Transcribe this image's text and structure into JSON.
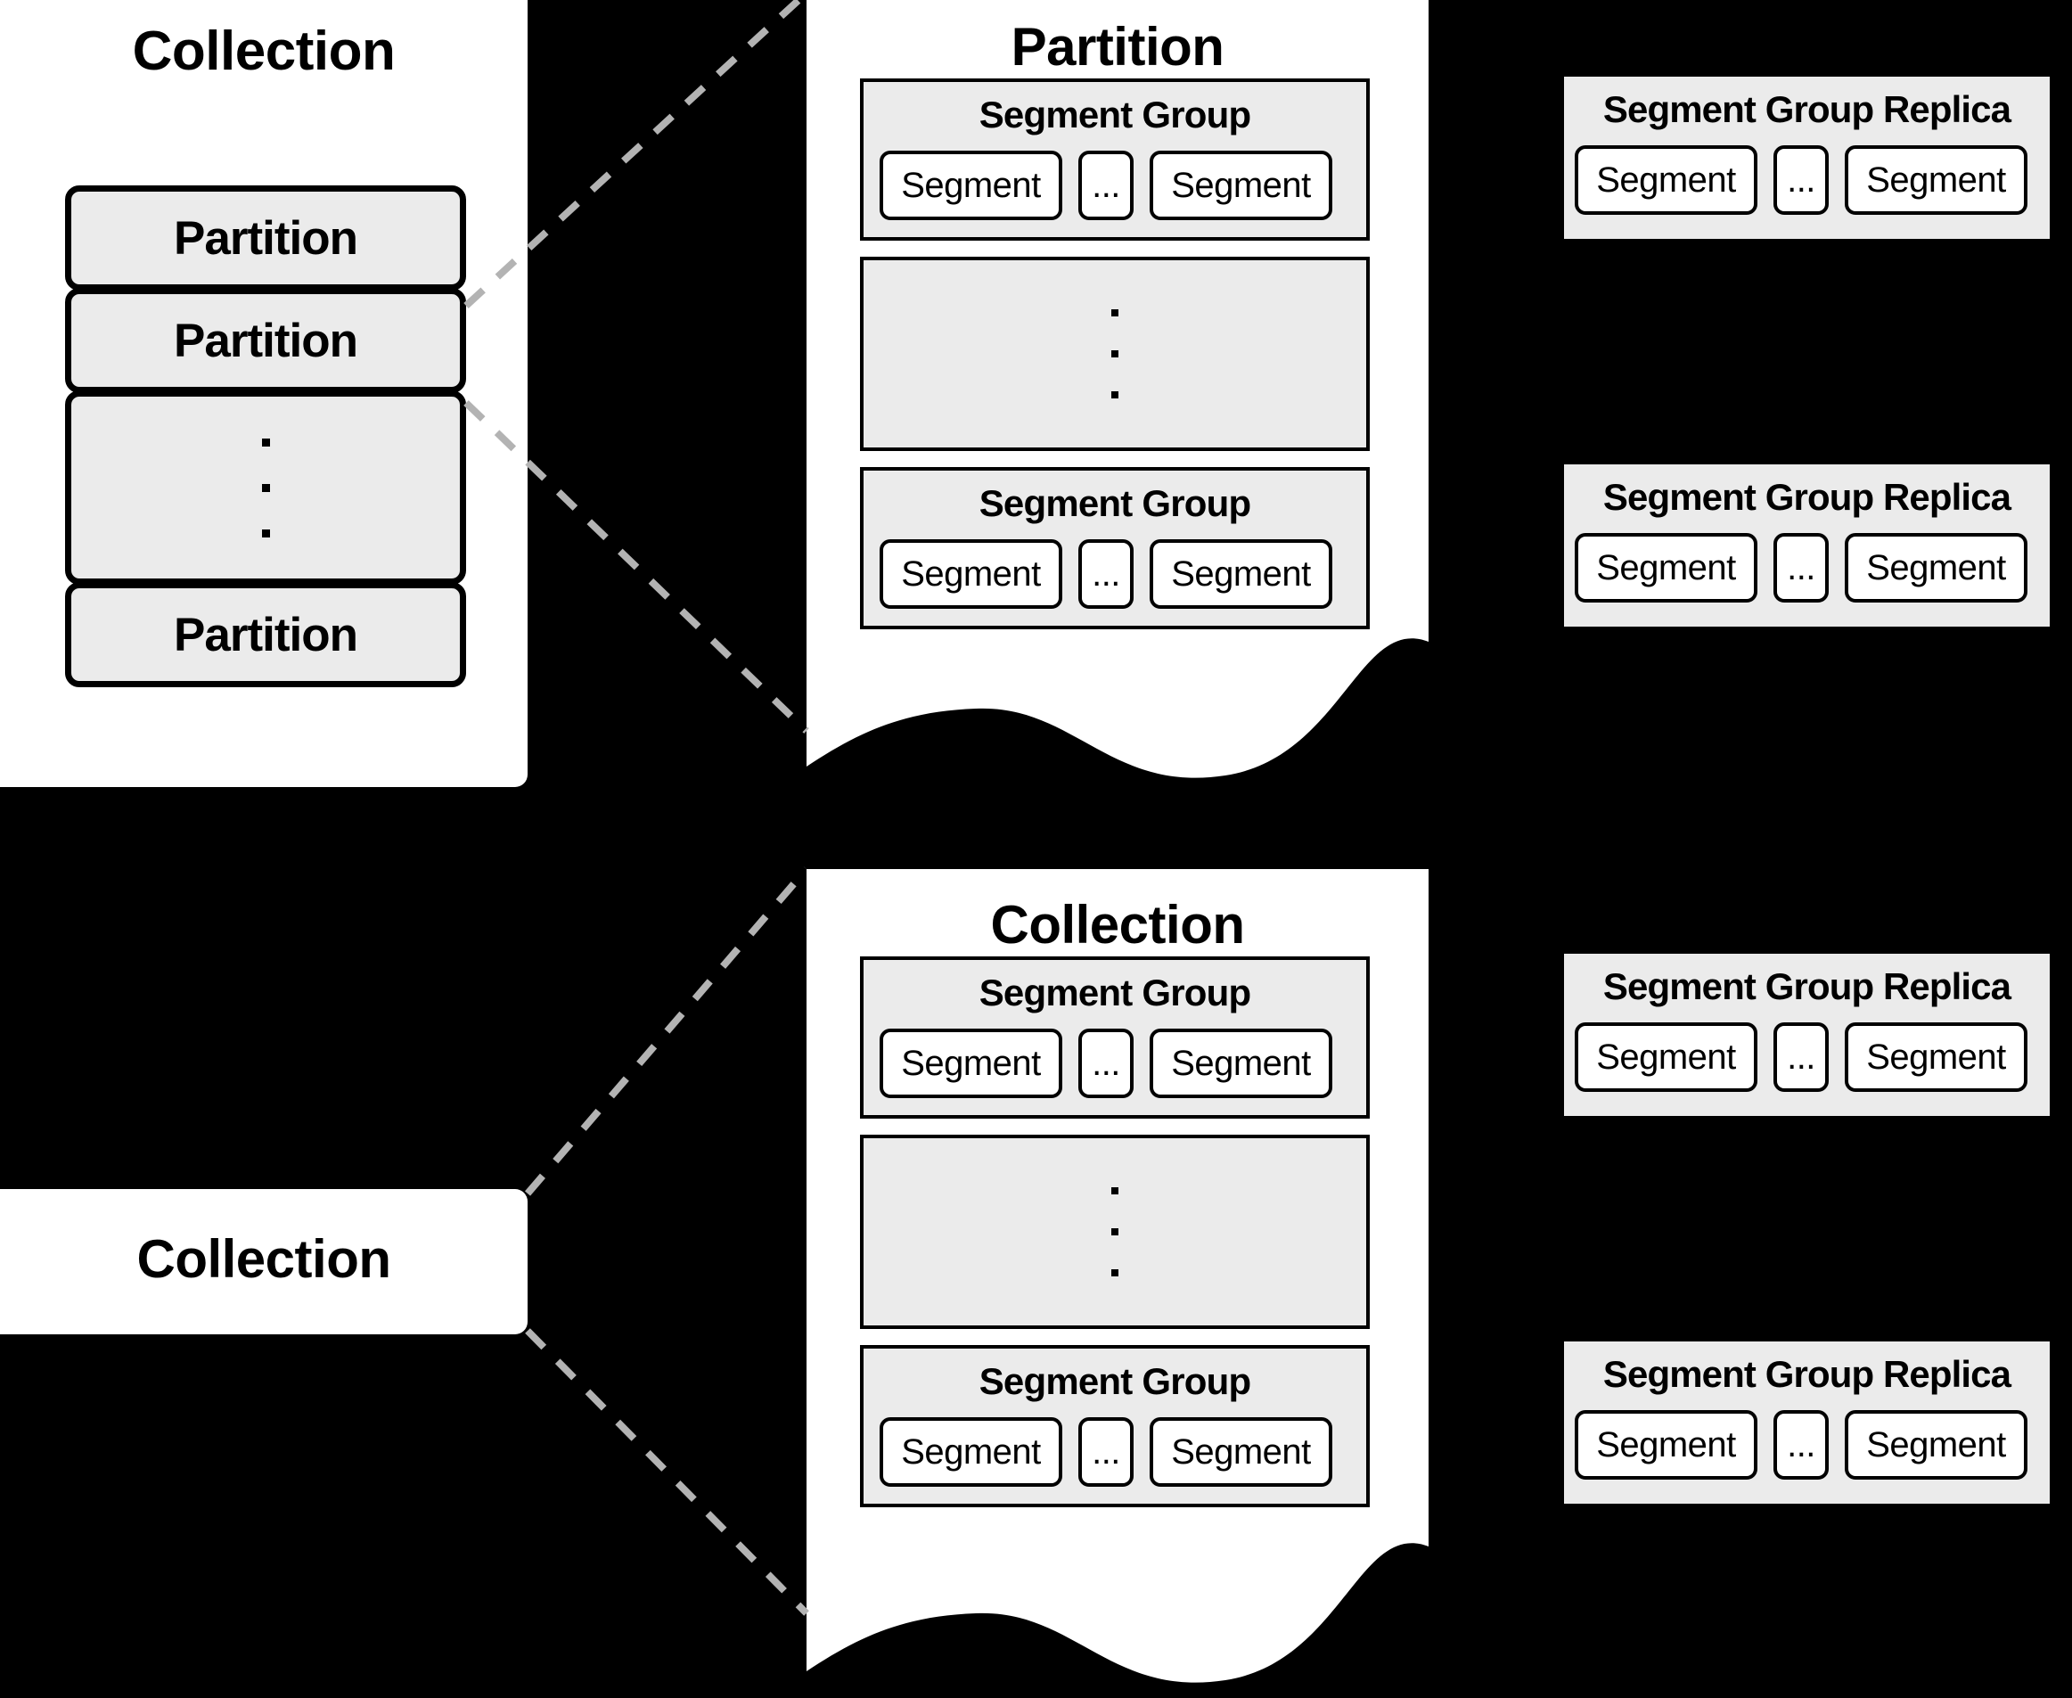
{
  "diagram": {
    "title": "Collection / Partition / Segment Group storage hierarchy",
    "background_color": "#000000",
    "panel_color": "#ffffff",
    "box_fill_color": "#ebebeb",
    "line_color": "#000000",
    "dashed_connector_color": "#b3b3b3"
  },
  "labels": {
    "collection": "Collection",
    "partition": "Partition",
    "segment_group": "Segment Group",
    "segment_group_replica": "Segment Group Replica",
    "segment": "Segment",
    "ellipsis": "..."
  },
  "top_row": {
    "left_panel": {
      "title": "Collection",
      "items": [
        {
          "type": "partition",
          "label": "Partition"
        },
        {
          "type": "partition",
          "label": "Partition"
        },
        {
          "type": "ellipsis",
          "label": ""
        },
        {
          "type": "partition",
          "label": "Partition"
        }
      ]
    },
    "detail_panel": {
      "title": "Partition",
      "groups": [
        {
          "type": "segment_group",
          "label": "Segment Group",
          "segments": [
            "Segment",
            "...",
            "Segment"
          ]
        },
        {
          "type": "ellipsis",
          "label": ""
        },
        {
          "type": "segment_group",
          "label": "Segment Group",
          "segments": [
            "Segment",
            "...",
            "Segment"
          ]
        }
      ]
    },
    "replicas": [
      {
        "label": "Segment Group Replica",
        "segments": [
          "Segment",
          "...",
          "Segment"
        ]
      },
      {
        "label": "Segment Group Replica",
        "segments": [
          "Segment",
          "...",
          "Segment"
        ]
      }
    ]
  },
  "bottom_row": {
    "left_card": {
      "title": "Collection"
    },
    "detail_panel": {
      "title": "Collection",
      "groups": [
        {
          "type": "segment_group",
          "label": "Segment Group",
          "segments": [
            "Segment",
            "...",
            "Segment"
          ]
        },
        {
          "type": "ellipsis",
          "label": ""
        },
        {
          "type": "segment_group",
          "label": "Segment Group",
          "segments": [
            "Segment",
            "...",
            "Segment"
          ]
        }
      ]
    },
    "replicas": [
      {
        "label": "Segment Group Replica",
        "segments": [
          "Segment",
          "...",
          "Segment"
        ]
      },
      {
        "label": "Segment Group Replica",
        "segments": [
          "Segment",
          "...",
          "Segment"
        ]
      }
    ]
  }
}
